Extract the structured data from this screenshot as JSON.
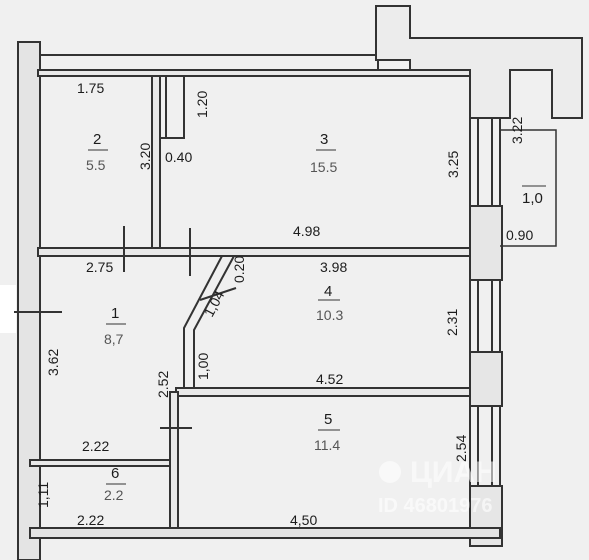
{
  "dimensions": {
    "room2_width": "1.75",
    "closet_width": "1.20",
    "room2_height": "3.20",
    "closet_depth": "0.40",
    "room3_height": "3.25",
    "balcony_length": "3.22",
    "balcony_width": "0.90",
    "corridor_length": "4.98",
    "room1_width": "2.75",
    "wall_thickness": "0.20",
    "room4_width": "3.98",
    "diagonal_door": "1,04",
    "room4_height": "2.31",
    "room1_height": "3.62",
    "hall_step": "1,00",
    "hall_height": "2.52",
    "room5_width_top": "4.52",
    "room6_width_top": "2.22",
    "room5_height": "2.54",
    "room6_height": "1,11",
    "room6_width_bottom": "2.22",
    "room5_width_bottom": "4,50"
  },
  "rooms": [
    {
      "number": "2",
      "area": "5.5"
    },
    {
      "number": "3",
      "area": "15.5"
    },
    {
      "number": "1,0",
      "area": ""
    },
    {
      "number": "1",
      "area": "8,7"
    },
    {
      "number": "4",
      "area": "10.3"
    },
    {
      "number": "5",
      "area": "11.4"
    },
    {
      "number": "6",
      "area": "2.2"
    }
  ],
  "watermark": {
    "brand": "ЦИАН",
    "id": "ID 46801976"
  }
}
